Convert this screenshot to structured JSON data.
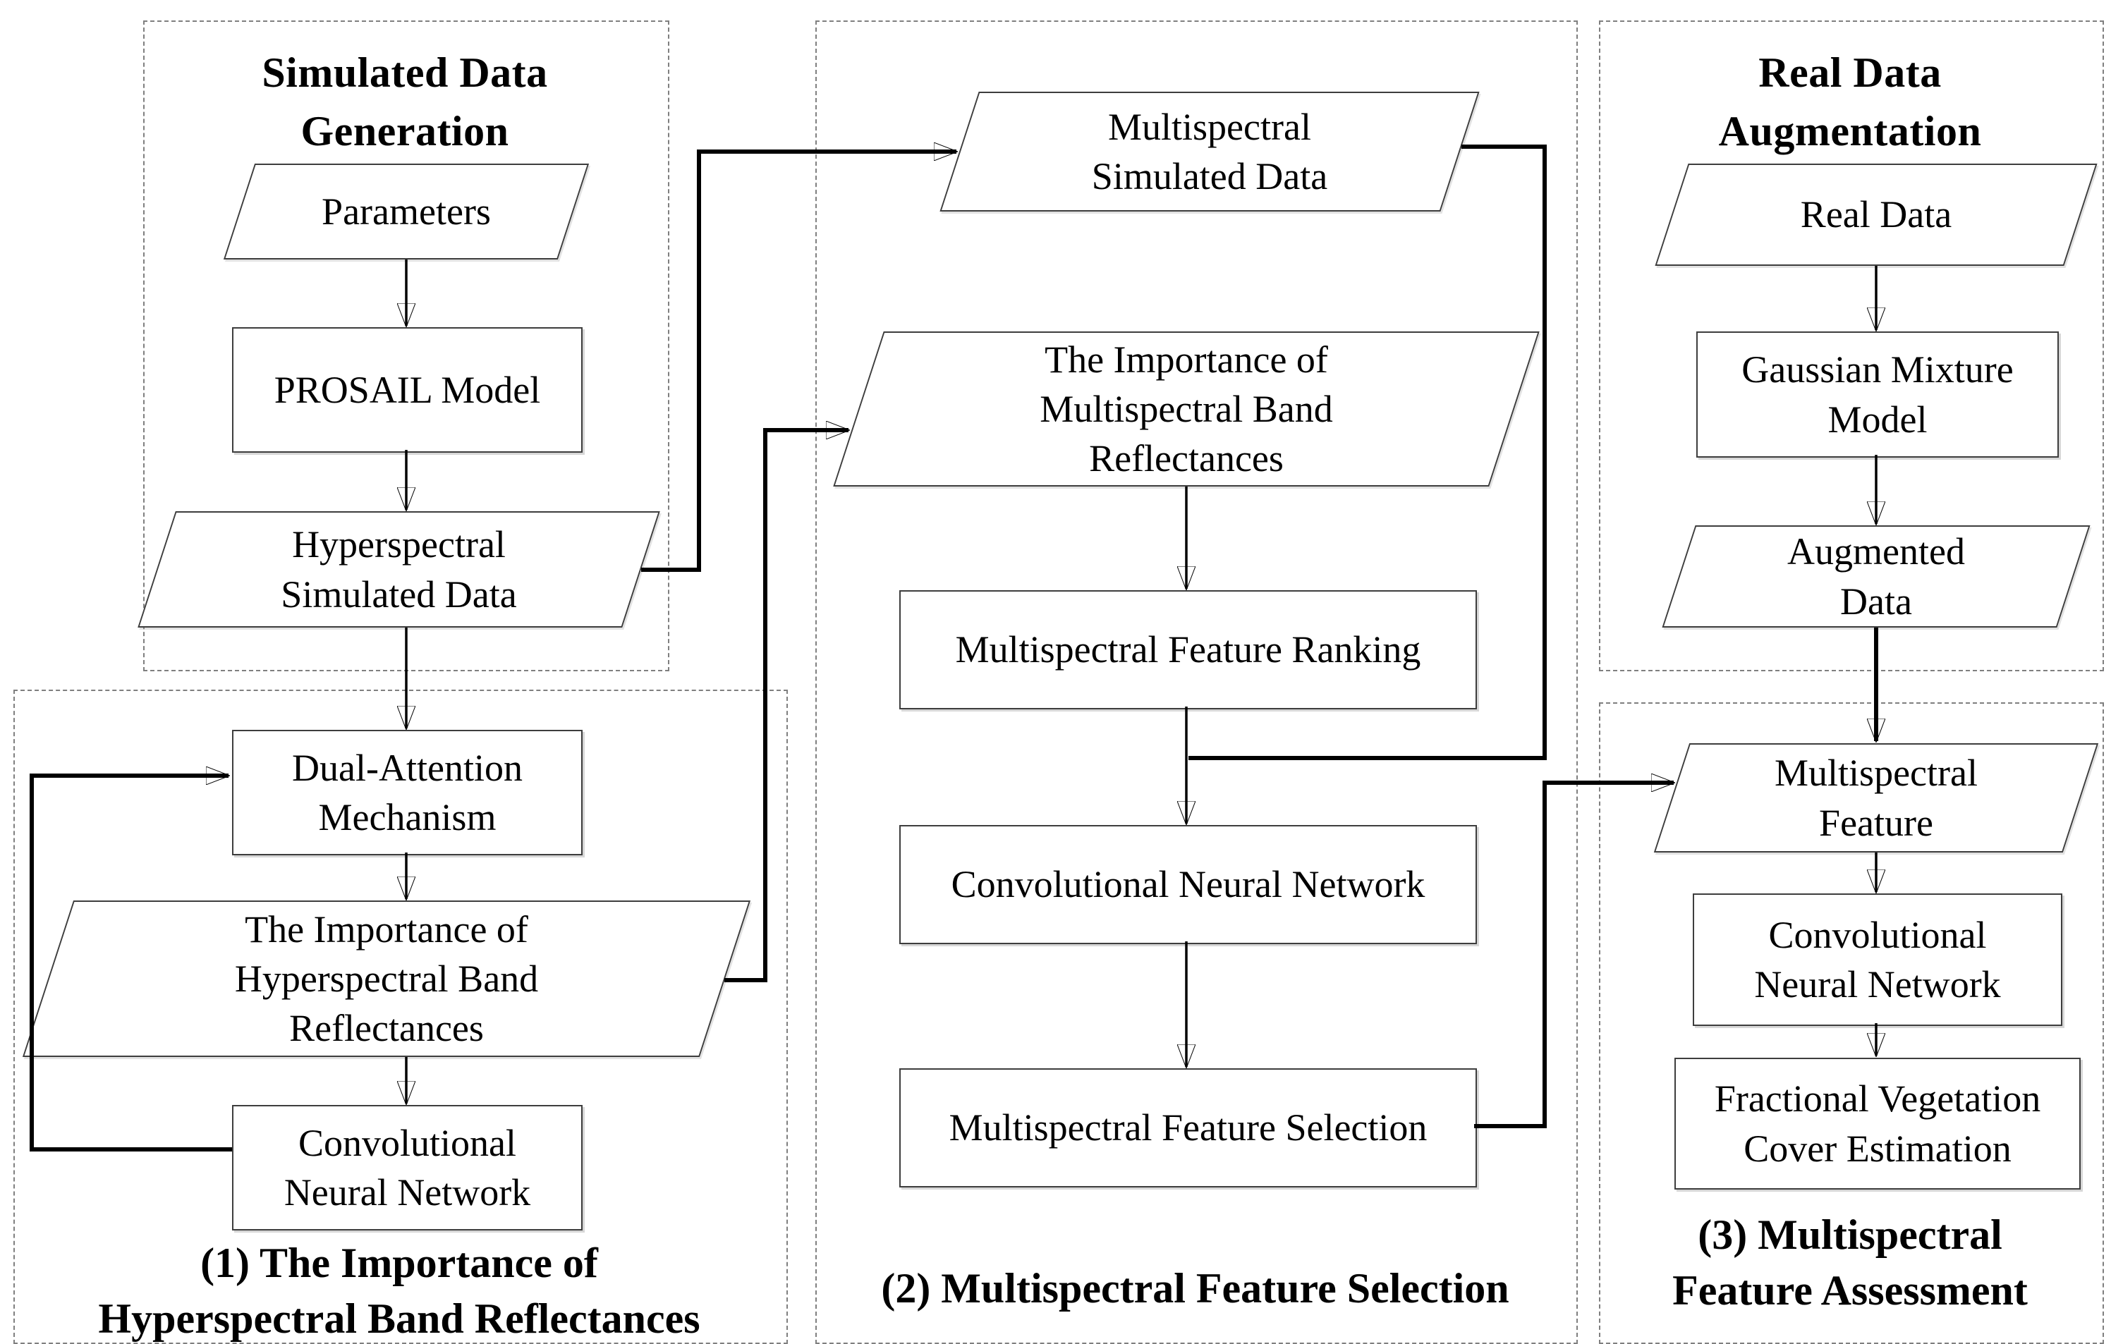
{
  "panels": {
    "simulated_data_generation": {
      "title": "Simulated Data\nGeneration"
    },
    "real_data_augmentation": {
      "title": "Real Data\nAugmentation"
    },
    "section1": {
      "label": "(1) The Importance of\nHyperspectral Band Reflectances"
    },
    "section2": {
      "label": "(2) Multispectral Feature Selection"
    },
    "section3": {
      "label": "(3) Multispectral\nFeature Assessment"
    }
  },
  "nodes": {
    "parameters": {
      "label": "Parameters",
      "shape": "parallelogram"
    },
    "prosail_model": {
      "label": "PROSAIL Model",
      "shape": "rectangle"
    },
    "hyperspectral_simulated_data": {
      "label": "Hyperspectral\nSimulated Data",
      "shape": "parallelogram"
    },
    "dual_attention_mechanism": {
      "label": "Dual-Attention\nMechanism",
      "shape": "rectangle"
    },
    "importance_hyperspectral_band": {
      "label": "The Importance of\nHyperspectral Band\nReflectances",
      "shape": "parallelogram"
    },
    "cnn_1": {
      "label": "Convolutional\nNeural Network",
      "shape": "rectangle"
    },
    "multispectral_simulated_data": {
      "label": "Multispectral\nSimulated Data",
      "shape": "parallelogram"
    },
    "importance_multispectral_band": {
      "label": "The Importance of\nMultispectral Band\nReflectances",
      "shape": "parallelogram"
    },
    "multispectral_feature_ranking": {
      "label": "Multispectral Feature Ranking",
      "shape": "rectangle"
    },
    "cnn_2": {
      "label": "Convolutional Neural Network",
      "shape": "rectangle"
    },
    "multispectral_feature_selection": {
      "label": "Multispectral Feature Selection",
      "shape": "rectangle"
    },
    "real_data": {
      "label": "Real Data",
      "shape": "parallelogram"
    },
    "gaussian_mixture_model": {
      "label": "Gaussian Mixture\nModel",
      "shape": "rectangle"
    },
    "augmented_data": {
      "label": "Augmented\nData",
      "shape": "parallelogram"
    },
    "multispectral_feature": {
      "label": "Multispectral\nFeature",
      "shape": "parallelogram"
    },
    "cnn_3": {
      "label": "Convolutional\nNeural Network",
      "shape": "rectangle"
    },
    "fractional_vegetation_cover": {
      "label": "Fractional Vegetation\nCover Estimation",
      "shape": "rectangle"
    }
  },
  "colors": {
    "line": "#000000",
    "node_border": "#3d3d3d",
    "panel_border": "#7f7f7f",
    "background": "#ffffff"
  }
}
